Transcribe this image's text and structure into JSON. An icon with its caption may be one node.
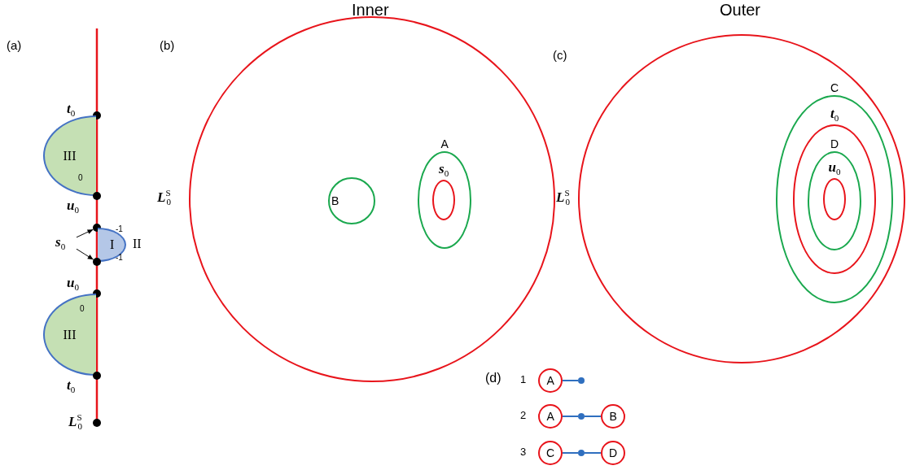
{
  "diagram": {
    "nodes": [
      {
        "text": [],
        "shape": "circle"
      },
      {
        "text": [
          "III"
        ]
      },
      {
        "text": [],
        "shape": "circle"
      },
      {
        "text": [],
        "shape": "circle"
      },
      {
        "text": [
          "s$_{0}$"
        ]
      },
      {
        "text": [
          "I"
        ]
      },
      {
        "text": [],
        "shape": "circle"
      },
      {
        "text": [],
        "shape": "circle"
      },
      {
        "text": [
          "III"
        ]
      },
      {
        "text": [],
        "shape": "circle"
      },
      {
        "text": [],
        "shape": "circle"
      },
      {
        "text": [],
        "shape": "circle",
        "beside": [
          "L$^{S}$$_{0}$"
        ]
      },
      {
        "text": [
          "B"
        ],
        "in": 11
      },
      {
        "text": [
          "A"
        ],
        "in": 11
      },
      {
        "text": [
          "s$_{0}$"
        ],
        "in": 13
      },
      {
        "text": [],
        "shape": "circle",
        "beside": [
          "L$^{S}$$_{0}$"
        ]
      },
      {
        "text": [
          "C"
        ],
        "in": 15
      },
      {
        "text": [
          "t$_{0}$"
        ],
        "in": 16
      },
      {
        "text": [
          "D"
        ],
        "in": 17
      },
      {
        "text": [
          "u$_{0}$"
        ],
        "in": 18
      },
      {
        "text": [
          "A"
        ]
      },
      {
        "text": [
          "A"
        ]
      },
      {
        "text": [
          "B"
        ]
      },
      {
        "text": [
          "C"
        ]
      },
      {
        "text": [
          "D"
        ]
      },
      {
        "text": [],
        "shape": "circle"
      },
      {
        "text": [],
        "shape": "circle"
      },
      {
        "text": [],
        "shape": "circle"
      }
    ],
    "edges": [
      {
        "from": 4,
        "to": 3,
        "arrow": "to",
        "color": "#000000"
      },
      {
        "from": 4,
        "to": 6,
        "arrow": "to",
        "color": "#000000"
      },
      {
        "from": 20,
        "to": 25,
        "arrow": "none",
        "color": "#2f6fbf"
      },
      {
        "from": 21,
        "to": 26,
        "arrow": "none",
        "color": "#2f6fbf"
      },
      {
        "from": 26,
        "to": 22,
        "arrow": "none",
        "color": "#2f6fbf"
      },
      {
        "from": 23,
        "to": 27,
        "arrow": "none",
        "color": "#2f6fbf"
      },
      {
        "from": 27,
        "to": 24,
        "arrow": "none",
        "color": "#2f6fbf"
      }
    ],
    "labels": [
      "(a)",
      "Inner",
      "Outer",
      "(b)",
      "(c)",
      "t$_{0}$",
      "0",
      "u$_{0}$",
      "-1",
      "II",
      "-1",
      "u$_{0}$",
      "0",
      "t$_{0}$",
      "L$^{S}$$_{0}$",
      "(d)",
      "1",
      "2",
      "3"
    ]
  }
}
